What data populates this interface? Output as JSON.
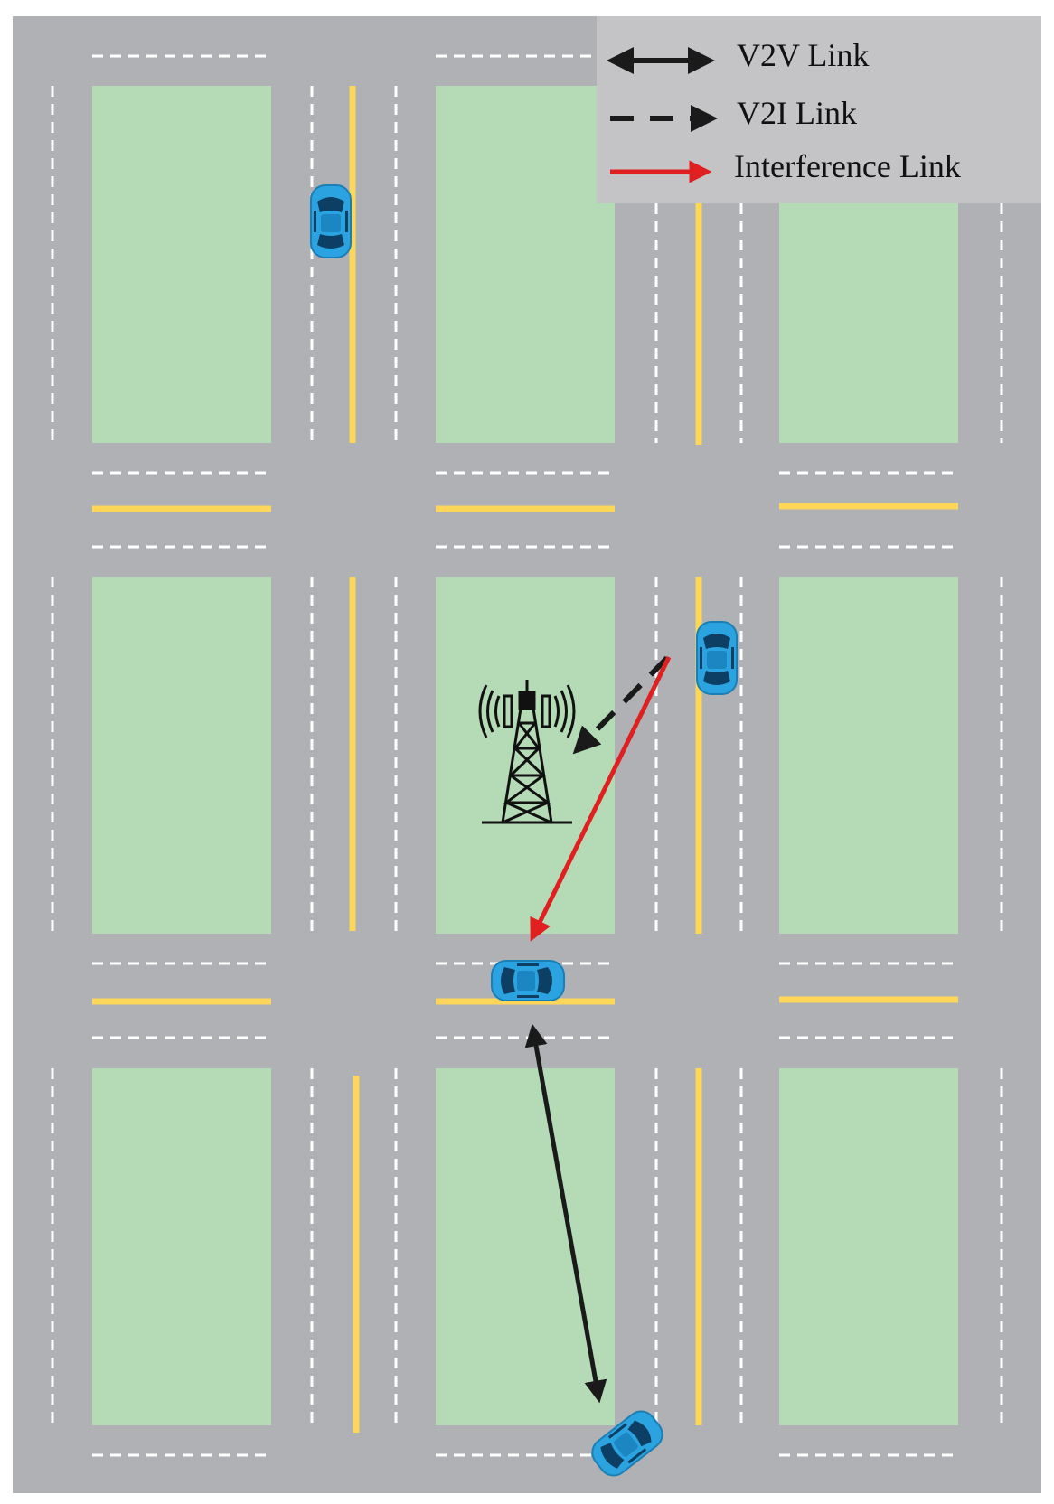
{
  "legend": {
    "items": [
      {
        "id": "v2v",
        "label": "V2V Link",
        "style": "solid-double",
        "color": "#1a1a1a"
      },
      {
        "id": "v2i",
        "label": "V2I Link",
        "style": "dashed",
        "color": "#1a1a1a"
      },
      {
        "id": "interference",
        "label": "Interference Link",
        "style": "solid",
        "color": "#e02020"
      }
    ]
  },
  "colors": {
    "road": "#b0b1b4",
    "block": "#b4dbb5",
    "lane_marking": "#ffffff",
    "center_line": "#fdd65a",
    "car_body": "#2aa3e0",
    "car_window": "#0c3f63",
    "legend_bg": "#c4c4c6",
    "tower": "#111111"
  },
  "icons": {
    "tower": "cell-tower-icon",
    "car": "car-icon"
  }
}
